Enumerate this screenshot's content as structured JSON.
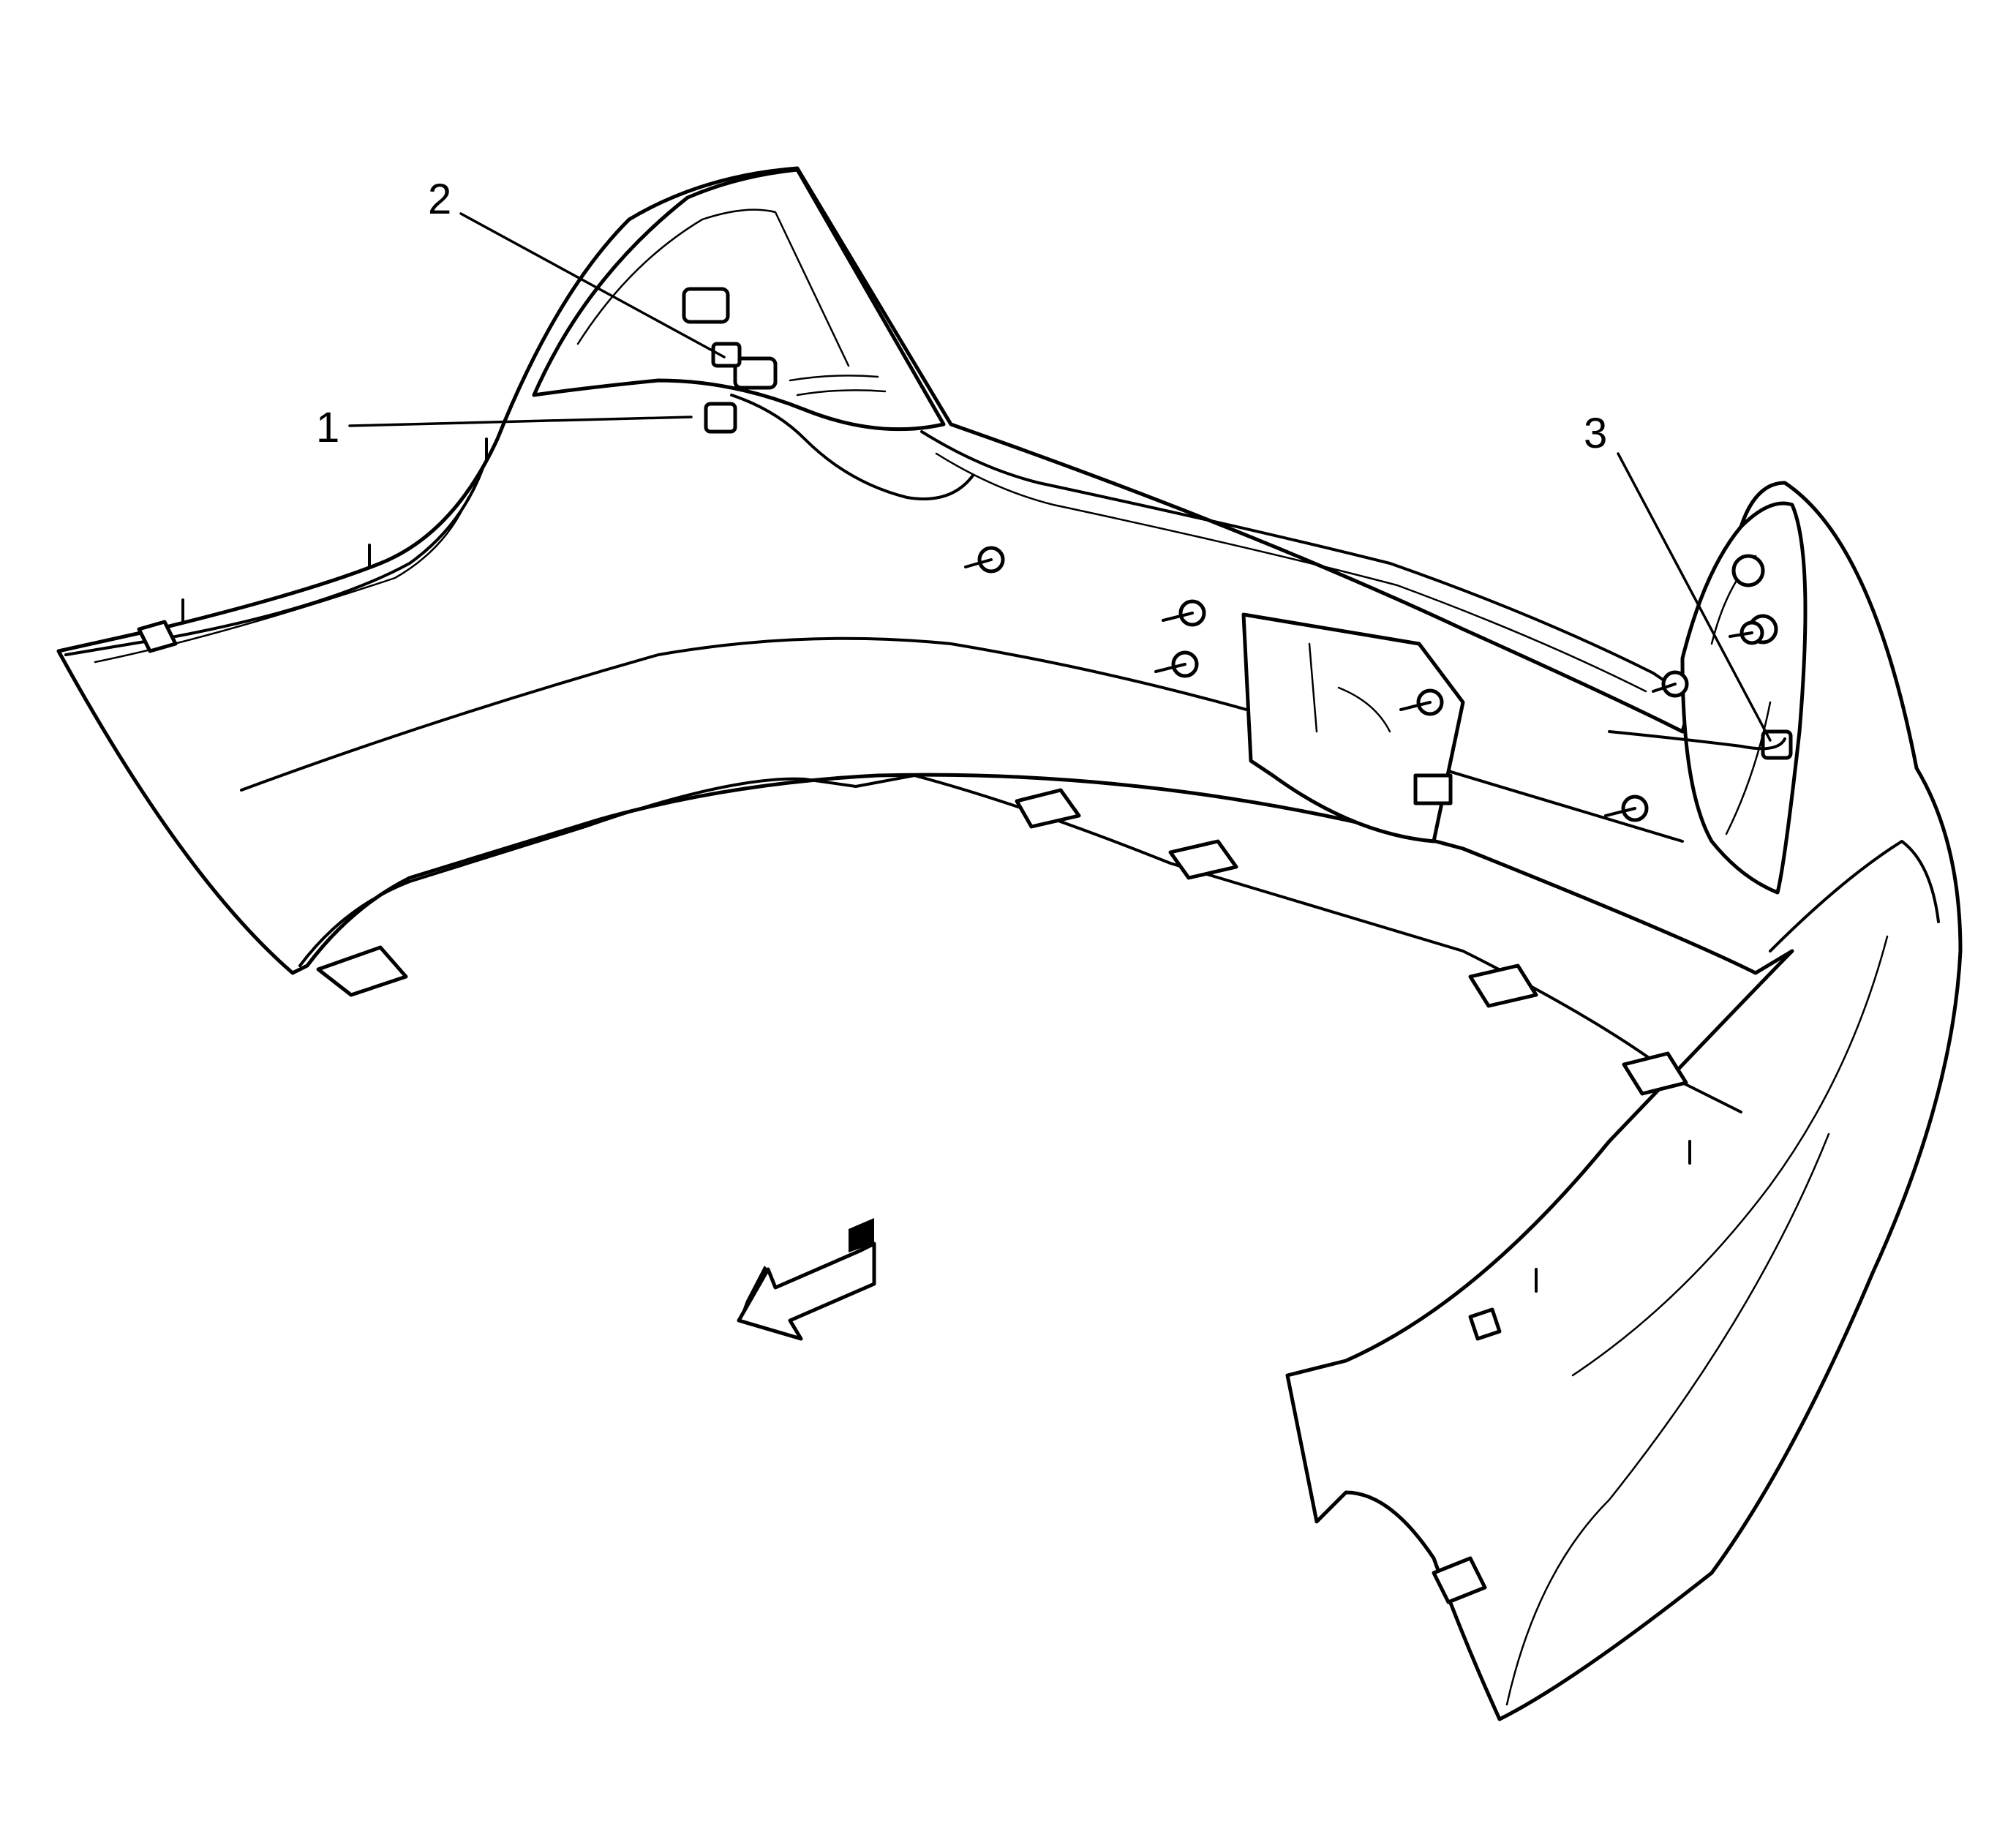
{
  "callouts": [
    {
      "id": "1",
      "label": "1"
    },
    {
      "id": "2",
      "label": "2"
    },
    {
      "id": "3",
      "label": "3"
    }
  ],
  "colors": {
    "line": "#000000",
    "background": "#ffffff"
  },
  "icons": {
    "direction": "front-direction-arrow-icon"
  }
}
